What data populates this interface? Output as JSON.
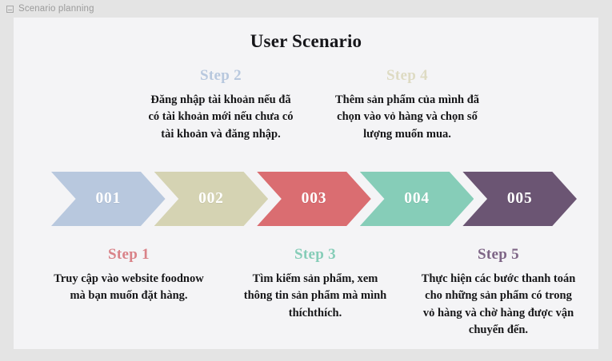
{
  "chrome": {
    "icon": "slide-icon",
    "title": "Scenario planning"
  },
  "slide": {
    "title": "User Scenario",
    "background": "#f4f4f6"
  },
  "steps": [
    {
      "id": "step1",
      "heading": "Step 1",
      "body": "Truy cập vào website foodnow mà bạn muốn đặt hàng.",
      "number": "001",
      "color": "#b8c8de",
      "heading_color": "#d98288",
      "position": "bottom"
    },
    {
      "id": "step2",
      "heading": "Step 2",
      "body": "Đăng nhập tài khoản nếu đã có tài khoản mới nếu chưa có tài khoản và đăng nhập.",
      "number": "002",
      "color": "#d5d3b3",
      "heading_color": "#b8c8de",
      "position": "top"
    },
    {
      "id": "step3",
      "heading": "Step 3",
      "body": "Tìm kiếm sản phẩm, xem thông tin sản phẩm mà mình thíchthích.",
      "number": "003",
      "color": "#da6d71",
      "heading_color": "#86cdb8",
      "position": "bottom"
    },
    {
      "id": "step4",
      "heading": "Step 4",
      "body": "Thêm sản phẩm của mình đã chọn vào vỏ hàng và chọn số lượng muốn mua.",
      "number": "004",
      "color": "#86cdb8",
      "heading_color": "#dedbc3",
      "position": "top"
    },
    {
      "id": "step5",
      "heading": "Step 5",
      "body": "Thực hiện các bước thanh toán cho những sản phẩm có trong vỏ hàng và chờ hàng được vận chuyển đến.",
      "number": "005",
      "color": "#6b5573",
      "heading_color": "#7e6586",
      "position": "bottom"
    }
  ]
}
